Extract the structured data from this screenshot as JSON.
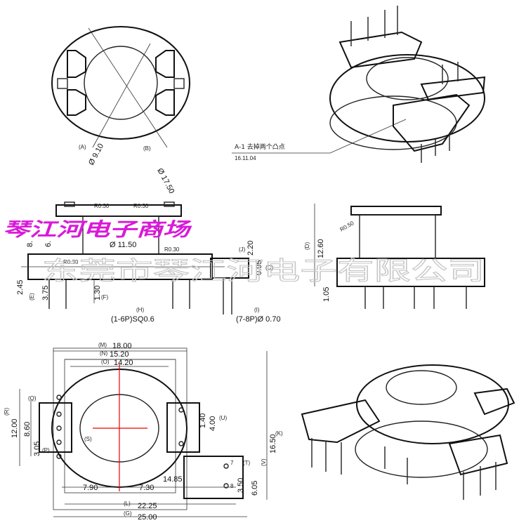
{
  "watermarks": {
    "shop_name": "琴江河电子商场",
    "company_name": "东莞市琴江河电子有限公司"
  },
  "top_view": {
    "label_a": "(A)",
    "dia_a": "Ø 9.10",
    "label_b": "(B)",
    "dia_b": "Ø 17.50"
  },
  "revision_note": {
    "text": "A-1 去掉两个凸点",
    "date": "16.11.04"
  },
  "front_view": {
    "r_top_left": "R0.30",
    "r_top_right": "R0.30",
    "dia_inner": "Ø 11.50",
    "r_mid": "R0.30",
    "r_pin": "R0.30",
    "h_8": "8.",
    "h_6": "6.",
    "d_245": "2.45",
    "d_375": "3.75",
    "label_e": "(E)",
    "d_130": "1.30",
    "label_f": "(F)",
    "label_j": "(J)",
    "d_220": "2.20",
    "d_095": "0.95",
    "label_c": "(C)",
    "label_h": "(H)",
    "pin_h": "(1-6P)SQ0.6",
    "label_i": "(I)",
    "pin_i": "(7-8P)Ø 0.70"
  },
  "side_view": {
    "r_050": "R0.50",
    "d_1260": "12.60",
    "label_d": "(D)",
    "d_105": "1.05"
  },
  "bottom_view": {
    "label_m": "(M)",
    "d_1800": "18.00",
    "label_n": "(N)",
    "d_1520": "15.20",
    "label_o": "(O)",
    "d_1420": "14.20",
    "label_r": "(R)",
    "d_1200": "12.00",
    "label_q": "(Q)",
    "d_860": "8.60",
    "label_p": "(P)",
    "d_305": "3.05",
    "d_140": "1.40",
    "d_400": "4.00",
    "label_u": "(U)",
    "d_1650": "16.50",
    "label_k": "(K)",
    "d_1485": "14.85",
    "label_t": "(T)",
    "d_350": "3.50",
    "d_605": "6.05",
    "label_v": "(V)",
    "label_s": "(S)",
    "pin_7": "7",
    "pin_8": "8",
    "d_790": "7.90",
    "d_730": "7.30",
    "label_l": "(L)",
    "d_2225": "22.25",
    "label_g": "(G)",
    "d_2500": "25.00"
  }
}
